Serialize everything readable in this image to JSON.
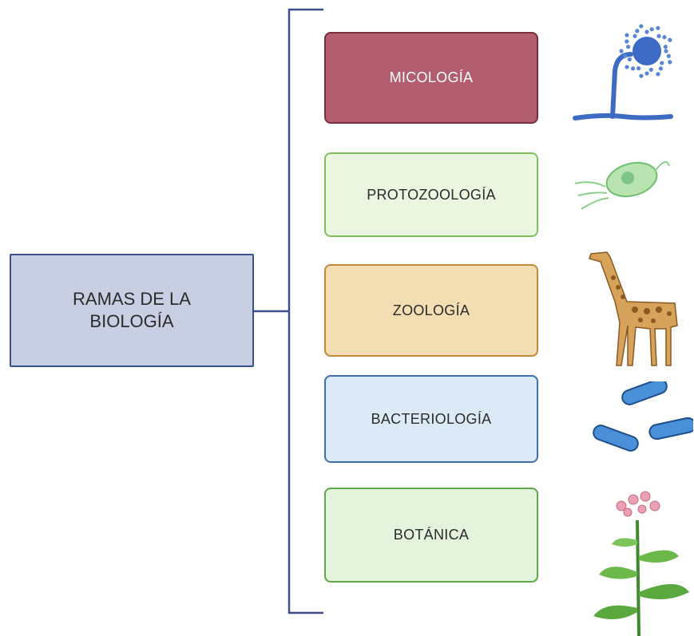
{
  "root": {
    "label": "RAMAS DE LA BIOLOGÍA"
  },
  "colors": {
    "bracket": "#3b4f8c",
    "root_fill": "#c9cfe2"
  },
  "branches": [
    {
      "label": "MICOLOGÍA",
      "fill": "#b35e6f",
      "border": "#7a2f3f",
      "text": "#ffffff",
      "icon": "mold-fungus-icon"
    },
    {
      "label": "PROTOZOOLOGÍA",
      "fill": "#eaf6e0",
      "border": "#7fbf5a",
      "text": "#2b2b2b",
      "icon": "protozoan-icon"
    },
    {
      "label": "ZOOLOGÍA",
      "fill": "#f3ddb2",
      "border": "#c08a3a",
      "text": "#2b2b2b",
      "icon": "giraffe-icon"
    },
    {
      "label": "BACTERIOLOGÍA",
      "fill": "#dce9f7",
      "border": "#3f6fa6",
      "text": "#2b2b2b",
      "icon": "bacteria-icon"
    },
    {
      "label": "BOTÁNICA",
      "fill": "#e3f3dc",
      "border": "#5ea648",
      "text": "#2b2b2b",
      "icon": "flowering-plant-icon"
    }
  ]
}
